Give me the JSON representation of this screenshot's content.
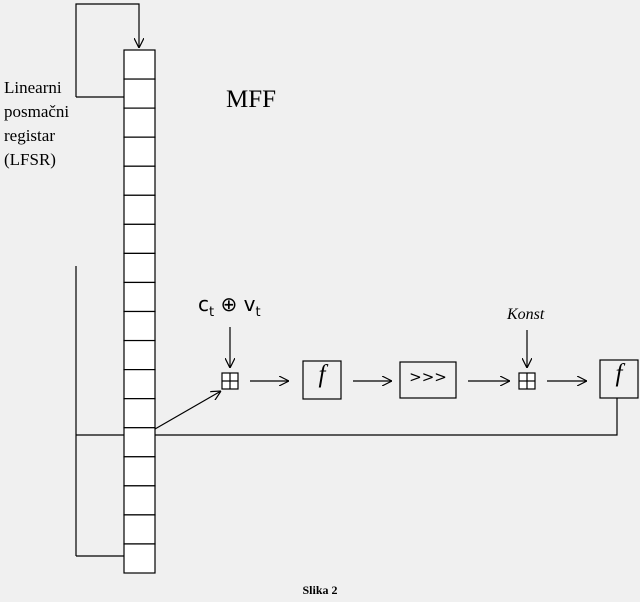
{
  "diagram": {
    "title": "MFF",
    "lfsr_label": [
      "Linearni",
      "posmačni",
      "registar",
      "(LFSR)"
    ],
    "input_label": {
      "c": "c",
      "c_sub": "t",
      "op": " ⊕ ",
      "v": "v",
      "v_sub": "t"
    },
    "konst_label": "Konst",
    "f_label": "f",
    "shift_label": ">>>",
    "caption": "Slika 2",
    "register_cells": 18,
    "stroke_color": "#000000",
    "background": "#f0f0f0"
  }
}
